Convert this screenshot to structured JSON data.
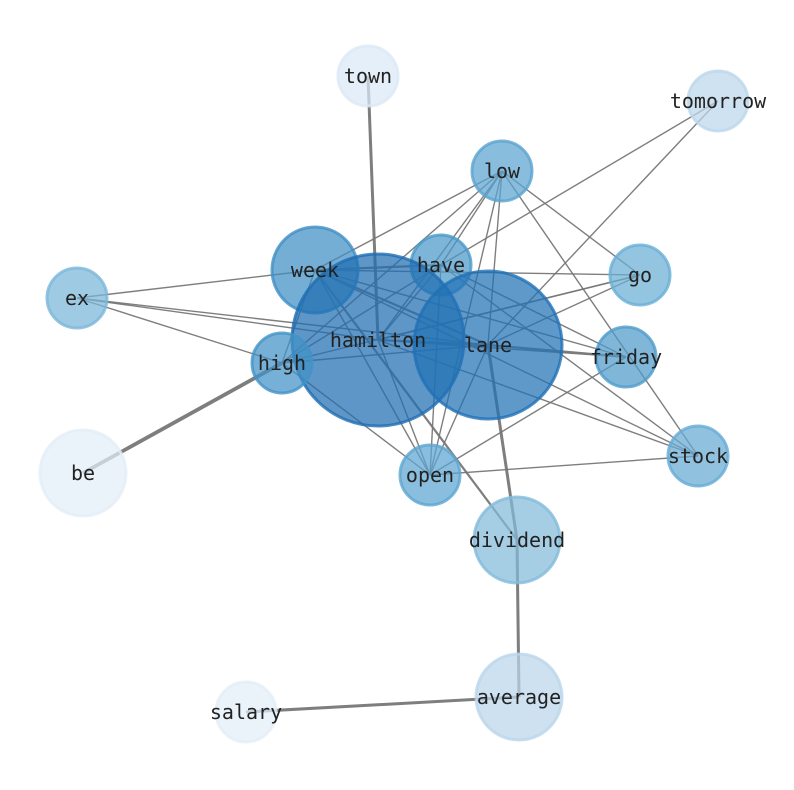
{
  "graph": {
    "nodes": [
      {
        "id": "town",
        "label": "town",
        "color": "#dbe9f6",
        "weight": 1
      },
      {
        "id": "tomorrow",
        "label": "tomorrow",
        "color": "#bcd7eb",
        "weight": 1
      },
      {
        "id": "low",
        "label": "low",
        "color": "#5ba3d0",
        "weight": 1
      },
      {
        "id": "week",
        "label": "week",
        "color": "#3f8fc5",
        "weight": 2
      },
      {
        "id": "have",
        "label": "have",
        "color": "#4a98c9",
        "weight": 1
      },
      {
        "id": "go",
        "label": "go",
        "color": "#6aaed6",
        "weight": 1
      },
      {
        "id": "ex",
        "label": "ex",
        "color": "#7ab6d9",
        "weight": 1
      },
      {
        "id": "hamilton",
        "label": "hamilton",
        "color": "#1f6db1",
        "weight": 4
      },
      {
        "id": "lane",
        "label": "lane",
        "color": "#2171b5",
        "weight": 3.5
      },
      {
        "id": "friday",
        "label": "friday",
        "color": "#4f9bcb",
        "weight": 1
      },
      {
        "id": "high",
        "label": "high",
        "color": "#4292c6",
        "weight": 1
      },
      {
        "id": "be",
        "label": "be",
        "color": "#e3eef8",
        "weight": 2
      },
      {
        "id": "stock",
        "label": "stock",
        "color": "#65abd4",
        "weight": 1
      },
      {
        "id": "open",
        "label": "open",
        "color": "#5da5d1",
        "weight": 1
      },
      {
        "id": "dividend",
        "label": "dividend",
        "color": "#82bbdb",
        "weight": 2
      },
      {
        "id": "average",
        "label": "average",
        "color": "#bad6eb",
        "weight": 2
      },
      {
        "id": "salary",
        "label": "salary",
        "color": "#e3eef8",
        "weight": 1
      }
    ],
    "edges": [
      [
        "town",
        "hamilton",
        3
      ],
      [
        "tomorrow",
        "have",
        1
      ],
      [
        "tomorrow",
        "lane",
        1
      ],
      [
        "low",
        "week",
        1
      ],
      [
        "low",
        "have",
        1
      ],
      [
        "low",
        "hamilton",
        1
      ],
      [
        "low",
        "high",
        1
      ],
      [
        "low",
        "lane",
        1
      ],
      [
        "low",
        "open",
        1
      ],
      [
        "low",
        "go",
        1
      ],
      [
        "low",
        "stock",
        1
      ],
      [
        "week",
        "have",
        2
      ],
      [
        "week",
        "go",
        1
      ],
      [
        "week",
        "lane",
        2
      ],
      [
        "week",
        "friday",
        1
      ],
      [
        "week",
        "stock",
        1
      ],
      [
        "week",
        "open",
        1
      ],
      [
        "week",
        "high",
        1
      ],
      [
        "week",
        "dividend",
        2
      ],
      [
        "have",
        "hamilton",
        1
      ],
      [
        "have",
        "high",
        1
      ],
      [
        "have",
        "friday",
        1
      ],
      [
        "have",
        "stock",
        1
      ],
      [
        "have",
        "open",
        1
      ],
      [
        "ex",
        "week",
        1
      ],
      [
        "ex",
        "hamilton",
        1
      ],
      [
        "ex",
        "lane",
        1
      ],
      [
        "ex",
        "high",
        1
      ],
      [
        "hamilton",
        "lane",
        2
      ],
      [
        "hamilton",
        "friday",
        1
      ],
      [
        "hamilton",
        "open",
        1
      ],
      [
        "hamilton",
        "go",
        1
      ],
      [
        "hamilton",
        "stock",
        1
      ],
      [
        "lane",
        "friday",
        2
      ],
      [
        "lane",
        "high",
        1
      ],
      [
        "lane",
        "go",
        1
      ],
      [
        "lane",
        "dividend",
        3
      ],
      [
        "lane",
        "open",
        1
      ],
      [
        "high",
        "be",
        4
      ],
      [
        "high",
        "go",
        1
      ],
      [
        "high",
        "open",
        1
      ],
      [
        "friday",
        "open",
        1
      ],
      [
        "stock",
        "open",
        1
      ],
      [
        "dividend",
        "average",
        3
      ],
      [
        "average",
        "salary",
        3
      ]
    ]
  }
}
